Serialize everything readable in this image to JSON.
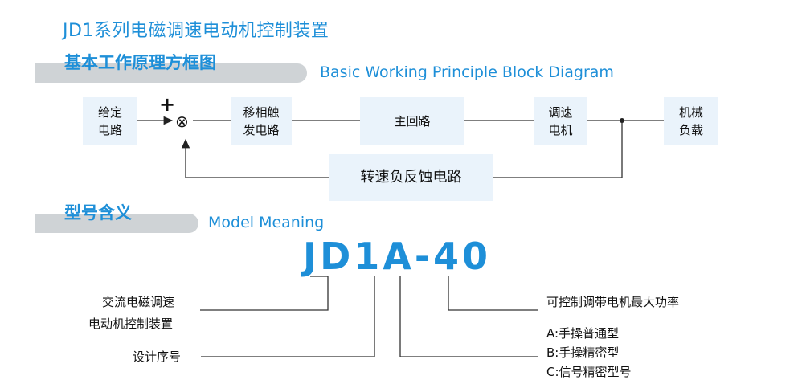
{
  "header": {
    "title": "JD1系列电磁调速电动机控制装置"
  },
  "section1": {
    "title": "基本工作原理方框图",
    "subtitle": "Basic Working Principle Block Diagram"
  },
  "block_diagram": {
    "plus_sign": "+",
    "summing_symbol": "⊗",
    "blocks": {
      "setpoint": "给定\n电路",
      "phase_shift_trigger": "移相触\n发电路",
      "main_circuit": "主回路",
      "speed_motor": "调速\n电机",
      "mechanical_load": "机械\n负载",
      "feedback": "转速负反蚀电路"
    }
  },
  "section2": {
    "title": "型号含义",
    "subtitle": "Model Meaning"
  },
  "model": {
    "code": "JD1A-40",
    "left_labels": {
      "device_line1": "交流电磁调速",
      "device_line2": "电动机控制装置",
      "design_no": "设计序号"
    },
    "right_labels": {
      "power": "可控制调带电机最大功率",
      "type_a": "A:手操普通型",
      "type_b": "B:手操精密型",
      "type_c": "C:信号精密型号"
    }
  },
  "colors": {
    "accent": "#1e8fd8",
    "box_fill": "#eaf3fb",
    "bar_gray": "#cfd3d6"
  }
}
